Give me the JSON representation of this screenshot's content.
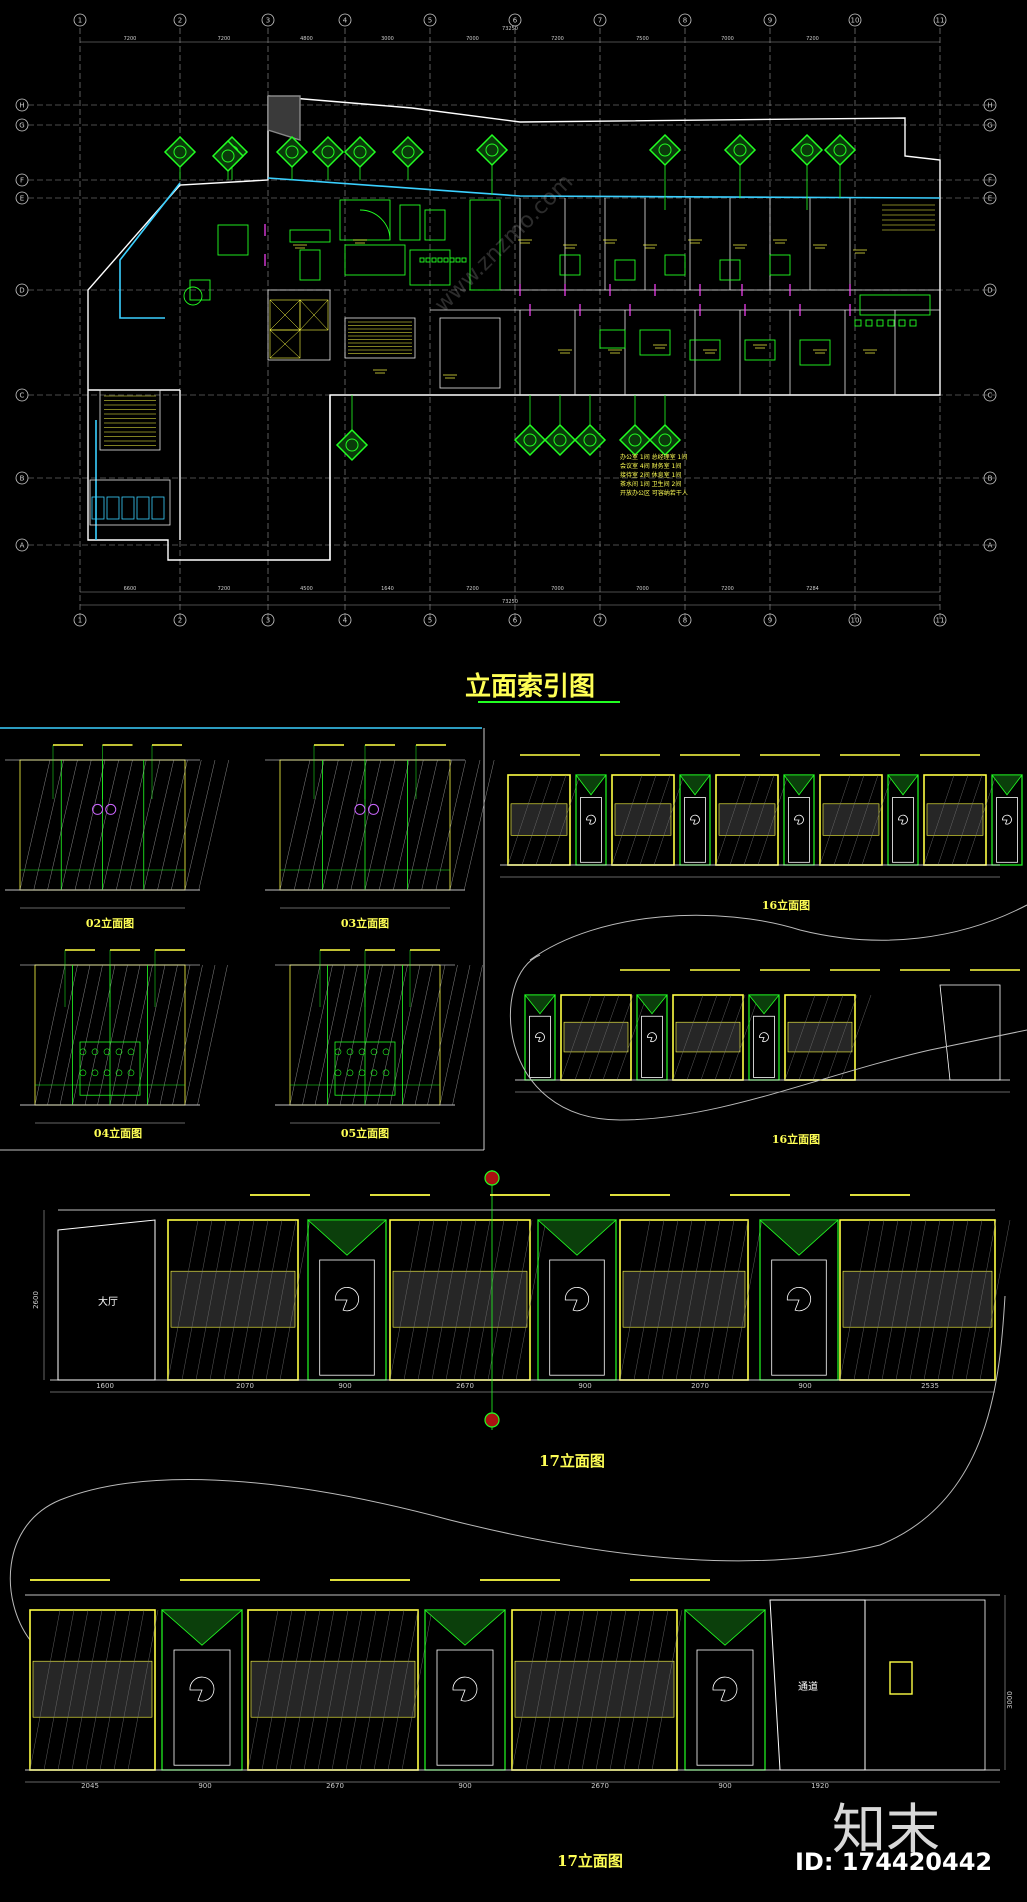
{
  "plan": {
    "title": "立面索引图",
    "grid_top": [
      "1",
      "2",
      "3",
      "4",
      "5",
      "6",
      "7",
      "8",
      "9",
      "10",
      "11"
    ],
    "grid_side": [
      "H",
      "G",
      "F",
      "E",
      "D",
      "C",
      "B",
      "A"
    ],
    "dims_top": [
      "7200",
      "7200",
      "4800",
      "3000",
      "7000",
      "7200",
      "7500",
      "7000",
      "7200"
    ],
    "dims_bottom": [
      "6600",
      "7200",
      "4500",
      "1640",
      "7200",
      "7000",
      "7000",
      "7200",
      "7284"
    ],
    "dims_total": "73250",
    "legend": [
      "办公室  1间  总经理室  1间",
      "会议室  4间  财务室  1间",
      "接待室  2间  休息室  1间",
      "茶水间  1间  卫生间  2间",
      "开放办公区  可容纳若干人"
    ]
  },
  "elevations": {
    "e02": "02立面图",
    "e03": "03立面图",
    "e04": "04立面图",
    "e05": "05立面图",
    "e16a": "16立面图",
    "e16b": "16立面图",
    "e17a": "17立面图",
    "e17b": "17立面图"
  },
  "e17a_dims": [
    "1600",
    "2070",
    "900",
    "2670",
    "900",
    "2070",
    "900",
    "2535"
  ],
  "e17a_height": "2600",
  "e17a_labels": {
    "hall": "大厅"
  },
  "e17b_dims": [
    "2045",
    "900",
    "2670",
    "900",
    "2670",
    "900",
    "1920"
  ],
  "e17b_height": "3000",
  "e17b_labels": {
    "corridor": "通道"
  },
  "watermark": {
    "brand": "知末",
    "id": "ID: 174420442",
    "site": "www.znzmo.com"
  }
}
